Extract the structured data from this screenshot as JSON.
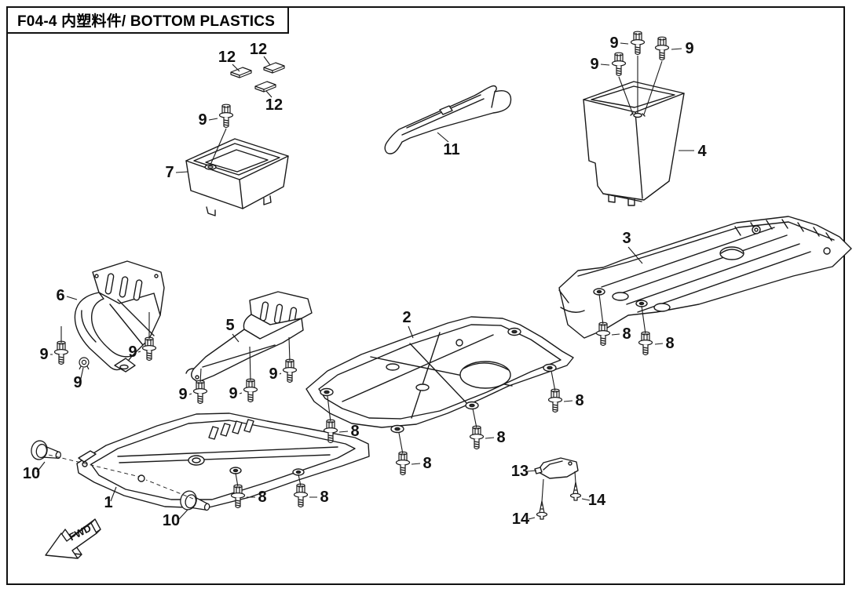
{
  "page": {
    "title": "F04-4 内塑料件/ BOTTOM PLASTICS"
  },
  "colors": {
    "line": "#1a1a1a",
    "background": "#ffffff"
  },
  "fwd": {
    "label": "FWD"
  },
  "callouts": [
    {
      "label": "12"
    },
    {
      "label": "12"
    },
    {
      "label": "12"
    },
    {
      "label": "9"
    },
    {
      "label": "7"
    },
    {
      "label": "11"
    },
    {
      "label": "9"
    },
    {
      "label": "9"
    },
    {
      "label": "9"
    },
    {
      "label": "4"
    },
    {
      "label": "3"
    },
    {
      "label": "8"
    },
    {
      "label": "8"
    },
    {
      "label": "6"
    },
    {
      "label": "9"
    },
    {
      "label": "9"
    },
    {
      "label": "9"
    },
    {
      "label": "5"
    },
    {
      "label": "9"
    },
    {
      "label": "9"
    },
    {
      "label": "9"
    },
    {
      "label": "2"
    },
    {
      "label": "8"
    },
    {
      "label": "8"
    },
    {
      "label": "8"
    },
    {
      "label": "8"
    },
    {
      "label": "10"
    },
    {
      "label": "1"
    },
    {
      "label": "10"
    },
    {
      "label": "8"
    },
    {
      "label": "8"
    },
    {
      "label": "13"
    },
    {
      "label": "14"
    },
    {
      "label": "14"
    }
  ]
}
